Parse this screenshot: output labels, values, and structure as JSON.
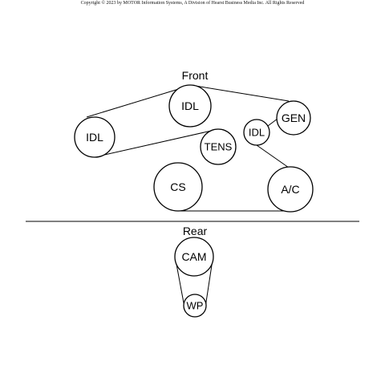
{
  "copyright": "Copyright © 2023 by MOTOR Information Systems, A Division of Hearst Business Media Inc. All Rights Reserved",
  "front": {
    "heading": "Front",
    "pulleys": {
      "idl_left": "IDL",
      "idl_top": "IDL",
      "gen": "GEN",
      "idl_small": "IDL",
      "tens": "TENS",
      "cs": "CS",
      "ac": "A/C"
    }
  },
  "rear": {
    "heading": "Rear",
    "pulleys": {
      "cam": "CAM",
      "wp": "WP"
    }
  }
}
